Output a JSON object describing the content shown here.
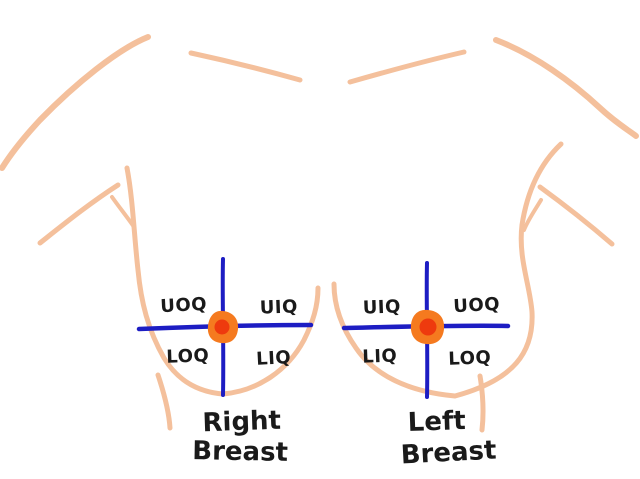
{
  "colors": {
    "background": "#ffffff",
    "skin": "#f4c09c",
    "cross_blue": "#1d1dc3",
    "nipple_outer": "#f57a1f",
    "nipple_inner": "#ee3a0e",
    "text": "#1a1a1a"
  },
  "right_breast": {
    "caption_line1": "Right",
    "caption_line2": "Breast",
    "quadrants": {
      "upper_outer": "UOQ",
      "upper_inner": "UIQ",
      "lower_outer": "LOQ",
      "lower_inner": "LIQ"
    }
  },
  "left_breast": {
    "caption_line1": "Left",
    "caption_line2": "Breast",
    "quadrants": {
      "upper_inner": "UIQ",
      "upper_outer": "UOQ",
      "lower_inner": "LIQ",
      "lower_outer": "LOQ"
    }
  }
}
